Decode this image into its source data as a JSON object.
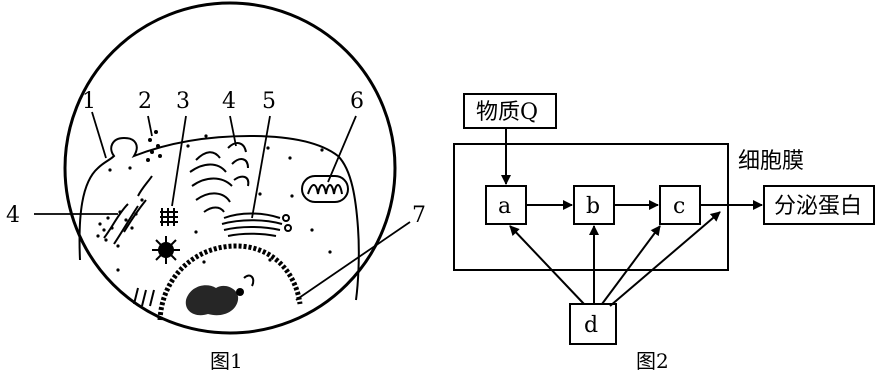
{
  "figure1": {
    "caption": "图1",
    "labels": [
      "1",
      "2",
      "3",
      "4",
      "5",
      "6",
      "4",
      "7"
    ]
  },
  "figure2": {
    "caption": "图2",
    "membrane_label": "细胞膜",
    "input_box": "物质Q",
    "output_box": "分泌蛋白",
    "nodes": [
      "a",
      "b",
      "c",
      "d"
    ]
  }
}
